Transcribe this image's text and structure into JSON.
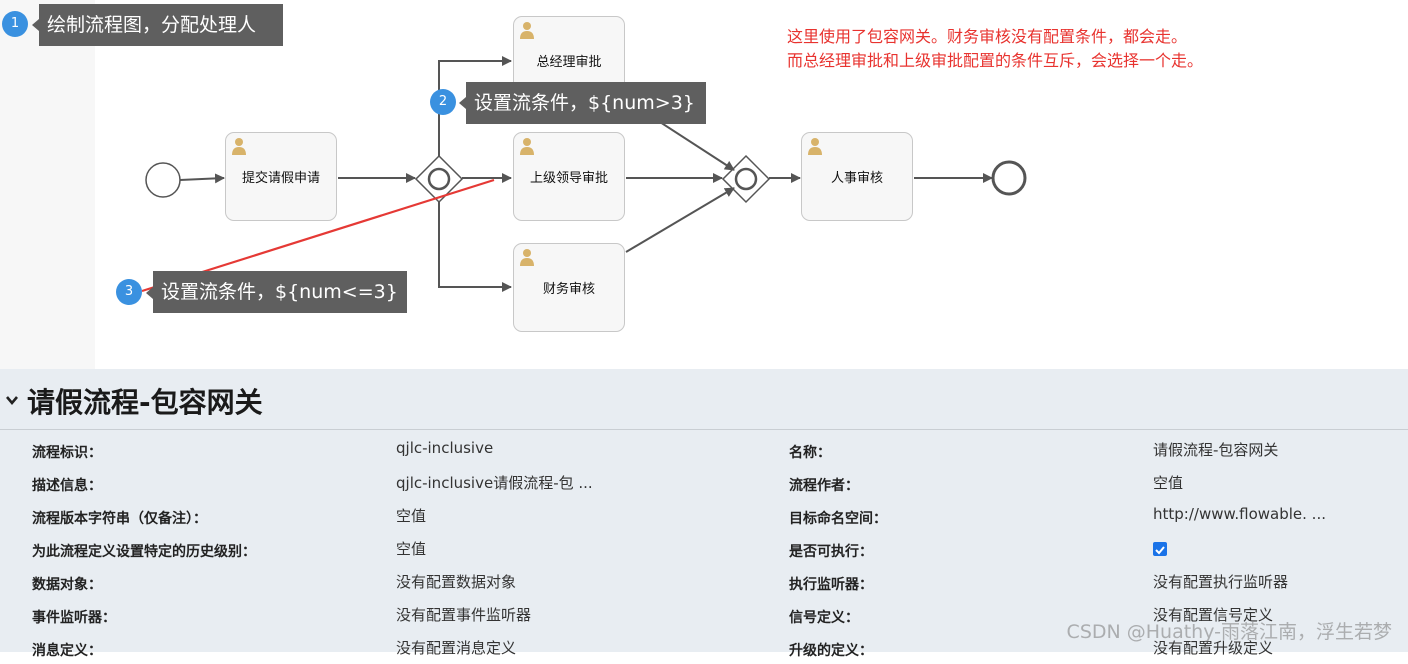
{
  "diagram": {
    "tasks": [
      {
        "id": "submit",
        "label": "提交请假申请"
      },
      {
        "id": "gm",
        "label": "总经理审批"
      },
      {
        "id": "leader",
        "label": "上级领导审批"
      },
      {
        "id": "finance",
        "label": "财务审核"
      },
      {
        "id": "hr",
        "label": "人事审核"
      }
    ],
    "callouts": [
      {
        "badge": "1",
        "text": "绘制流程图，分配处理人"
      },
      {
        "badge": "2",
        "text": "设置流条件，${num>3}"
      },
      {
        "badge": "3",
        "text": "设置流条件，${num<=3}"
      }
    ],
    "note_line1": "这里使用了包容网关。财务审核没有配置条件，都会走。",
    "note_line2": "而总经理审批和上级审批配置的条件互斥，会选择一个走。"
  },
  "panel": {
    "title": "请假流程-包容网关",
    "rows": [
      {
        "k1": "流程标识：",
        "v1": "qjlc-inclusive",
        "k2": "名称：",
        "v2": "请假流程-包容网关"
      },
      {
        "k1": "描述信息：",
        "v1": "qjlc-inclusive请假流程-包 ...",
        "k2": "流程作者：",
        "v2": "空值"
      },
      {
        "k1": "流程版本字符串（仅备注）：",
        "v1": "空值",
        "k2": "目标命名空间：",
        "v2": "http://www.flowable. ..."
      },
      {
        "k1": "为此流程定义设置特定的历史级别：",
        "v1": "空值",
        "k2": "是否可执行：",
        "v2": ""
      },
      {
        "k1": "数据对象：",
        "v1": "没有配置数据对象",
        "k2": "执行监听器：",
        "v2": "没有配置执行监听器"
      },
      {
        "k1": "事件监听器：",
        "v1": "没有配置事件监听器",
        "k2": "信号定义：",
        "v2": "没有配置信号定义"
      },
      {
        "k1": "消息定义：",
        "v1": "没有配置消息定义",
        "k2": "升级的定义：",
        "v2": "没有配置升级定义"
      }
    ],
    "executable_checked": true
  },
  "watermark": "CSDN @Huathy-雨落江南，浮生若梦",
  "colors": {
    "accent": "#3a91e0",
    "note": "#e8332f",
    "panel_bg": "#e8edf2",
    "checkbox": "#1a73e8"
  }
}
